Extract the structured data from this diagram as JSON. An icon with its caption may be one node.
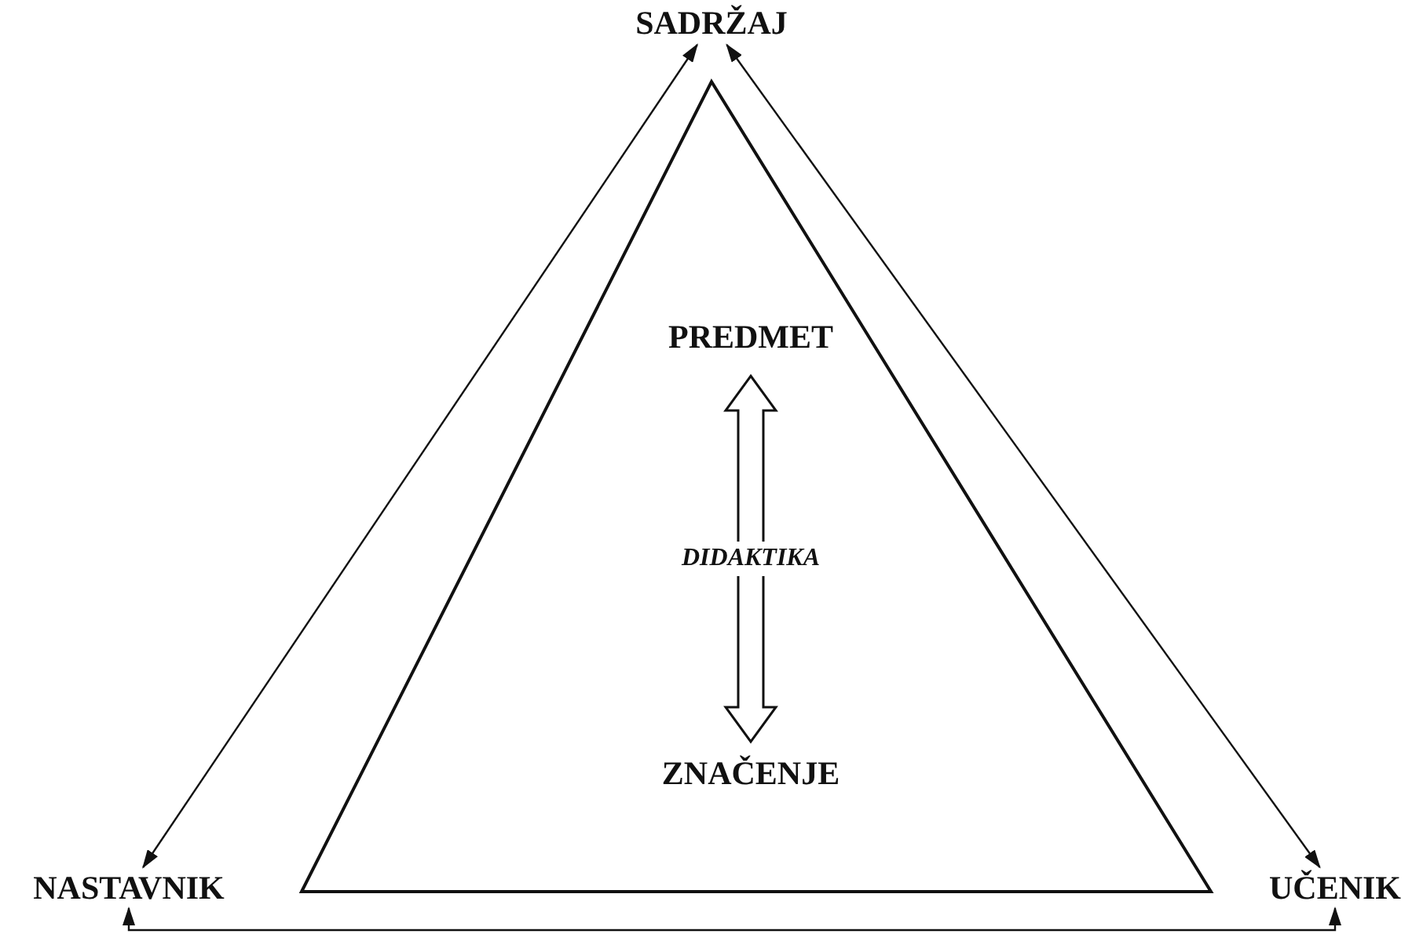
{
  "diagram": {
    "nodes": [
      {
        "text": [
          "SADRŽAJ"
        ]
      },
      {
        "text": [
          "PREDMET"
        ]
      },
      {
        "text": [
          "ZNAČENJE"
        ]
      },
      {
        "text": [
          "NASTAVNIK"
        ]
      },
      {
        "text": [
          "UČENIK"
        ]
      }
    ],
    "edges": [
      {
        "from": 3,
        "to": 0,
        "arrow": "both"
      },
      {
        "from": 0,
        "to": 4,
        "arrow": "both"
      },
      {
        "from": 3,
        "to": 4,
        "arrow": "both"
      },
      {
        "from": 1,
        "to": 2,
        "arrow": "both",
        "label": "DIDAKTIKA",
        "style": "thick"
      }
    ]
  }
}
